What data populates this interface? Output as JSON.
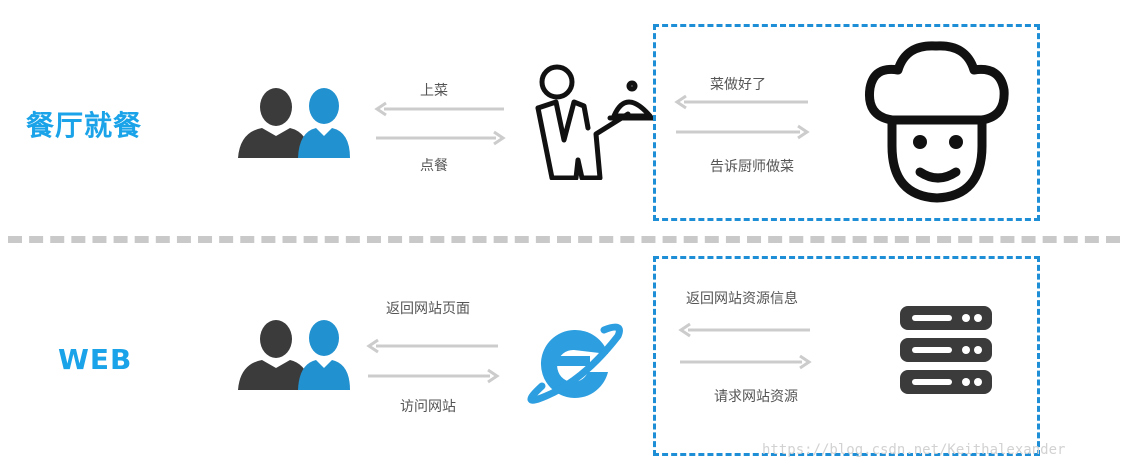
{
  "top": {
    "title": "餐厅就餐",
    "label_left_top": "上菜",
    "label_left_bottom": "点餐",
    "label_right_top": "菜做好了",
    "label_right_bottom": "告诉厨师做菜",
    "icons": {
      "customers": "people-icon",
      "middle": "waiter-icon",
      "right": "chef-icon"
    }
  },
  "bottom": {
    "title": "WEB",
    "label_left_top": "返回网站页面",
    "label_left_bottom": "访问网站",
    "label_right_top": "返回网站资源信息",
    "label_right_bottom": "请求网站资源",
    "icons": {
      "customers": "people-icon",
      "middle": "ie-browser-icon",
      "right": "server-icon"
    }
  },
  "watermark": "https://blog.csdn.net/Keithalexander",
  "colors": {
    "accent": "#1aa3e8",
    "box_border": "#1e8fd6",
    "arrow": "#cccccc",
    "divider": "#c9c9c9"
  }
}
